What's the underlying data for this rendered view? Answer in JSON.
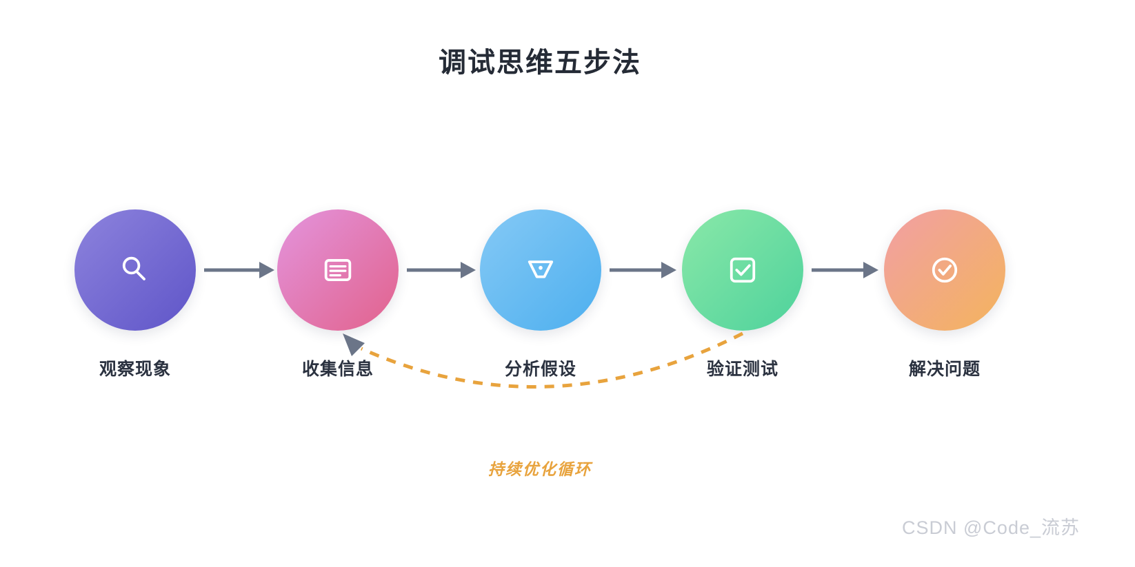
{
  "title": "调试思维五步法",
  "steps": [
    {
      "label": "观察现象",
      "icon": "search-icon",
      "gradient": [
        "#8d83dd",
        "#5f55c8"
      ]
    },
    {
      "label": "收集信息",
      "icon": "document-icon",
      "gradient": [
        "#e394dd",
        "#e2628c"
      ]
    },
    {
      "label": "分析假设",
      "icon": "funnel-icon",
      "gradient": [
        "#85c9f5",
        "#4dafef"
      ]
    },
    {
      "label": "验证测试",
      "icon": "checkbox-icon",
      "gradient": [
        "#8ae8a8",
        "#4ed29c"
      ]
    },
    {
      "label": "解决问题",
      "icon": "check-circle-icon",
      "gradient": [
        "#f29fa4",
        "#f3b45d"
      ]
    }
  ],
  "loop_label": "持续优化循环",
  "watermark": "CSDN @Code_流苏",
  "colors": {
    "title-color": "#252b36",
    "label-color": "#2b3240",
    "arrow-color": "#6b7588",
    "loop-color": "#e8a33d",
    "watermark-color": "#c9ccd4",
    "icon-color": "#ffffff"
  }
}
